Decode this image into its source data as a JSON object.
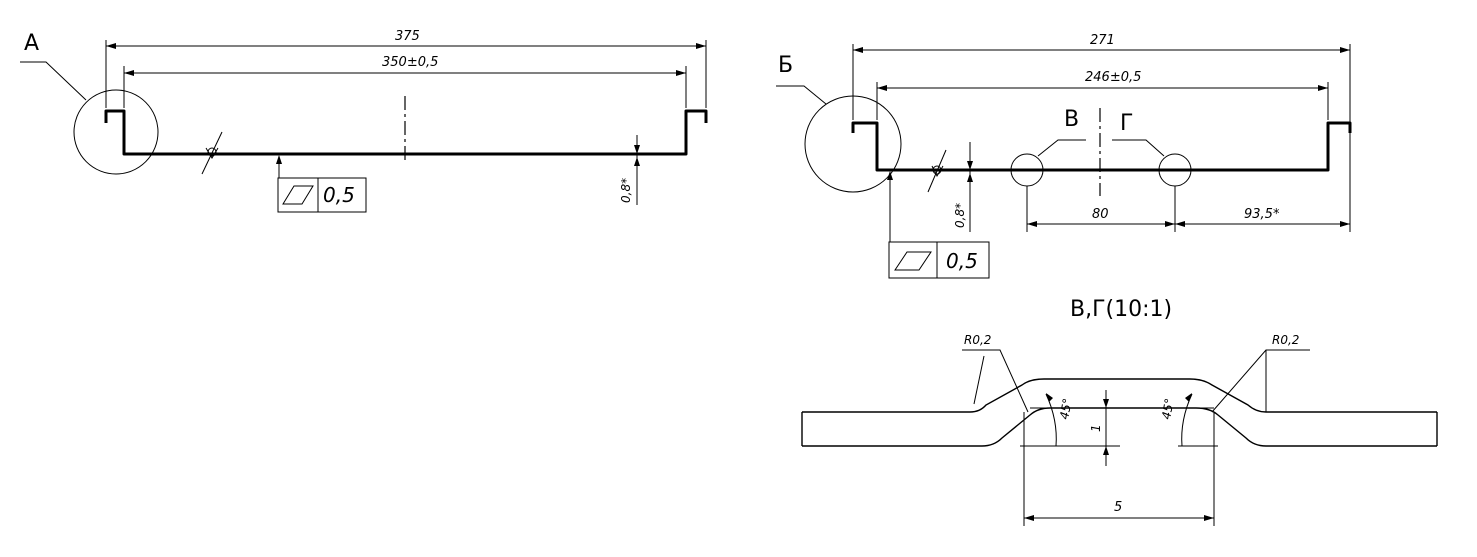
{
  "view_a": {
    "label": "А",
    "dim_overall": "375",
    "dim_inner": "350±0,5",
    "dim_height": "0,8*",
    "flatness_value": "0,5"
  },
  "view_b": {
    "label": "Б",
    "dim_overall": "271",
    "dim_inner": "246±0,5",
    "dim_height": "0,8*",
    "flatness_value": "0,5",
    "callout_v": "В",
    "callout_g": "Г",
    "dim_spacing": "80",
    "dim_end": "93,5*"
  },
  "detail": {
    "title": "В,Г(10:1)",
    "radius_left": "R0,2",
    "radius_right": "R0,2",
    "angle_left": "45°",
    "angle_right": "45°",
    "height": "1",
    "width": "5"
  }
}
